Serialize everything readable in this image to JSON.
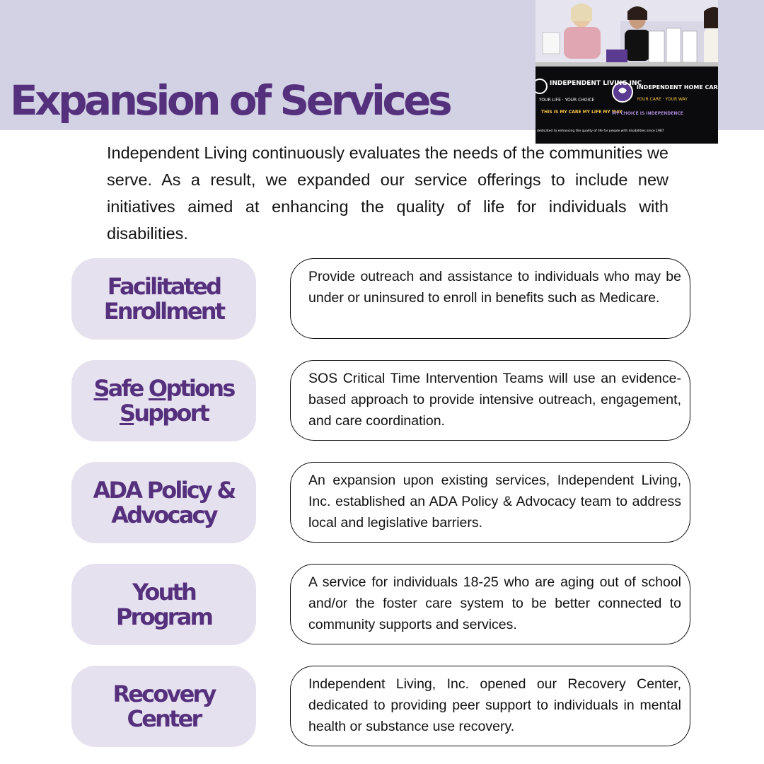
{
  "header": {
    "title": "Expansion of Services",
    "photo": {
      "alt": "Staff at Independent Living Inc and Independent Home Care Inc booth",
      "banner_left_title": "INDEPENDENT LIVING INC",
      "banner_left_tagline": "YOUR LIFE · YOUR CHOICE",
      "banner_left_slogan": "THIS IS MY CARE MY LIFE MY WAY",
      "banner_right_title": "INDEPENDENT HOME CARE INC",
      "banner_right_tagline": "YOUR CARE · YOUR WAY",
      "banner_right_slogan": "MY CHOICE IS INDEPENDENCE",
      "banner_footer": "dedicated to enhancing the quality of life for people with disabilities since 1987"
    }
  },
  "intro": "Independent Living continuously evaluates the needs of the communities we serve. As a result, we expanded our service offerings to include new initiatives aimed at enhancing the quality of life for individuals with disabilities.",
  "services": [
    {
      "label_line1": "Facilitated",
      "label_line2": "Enrollment",
      "description": "Provide outreach and assistance to individuals who may be under or uninsured to enroll in benefits such as Medicare."
    },
    {
      "label_s1": "S",
      "label_s1_rest": "afe ",
      "label_s2": "O",
      "label_s2_rest": "ptions",
      "label_s3": "S",
      "label_s3_rest": "upport",
      "description": "SOS Critical Time Intervention Teams will use an evidence-based approach to provide intensive outreach, engagement, and care coordination."
    },
    {
      "label_line1": "ADA Policy &",
      "label_line2": "Advocacy",
      "description": "An expansion upon existing services, Independent Living, Inc. established an ADA Policy & Advocacy team to address local and legislative barriers."
    },
    {
      "label_line1": "Youth",
      "label_line2": "Program",
      "description": "A service for individuals 18-25 who are aging out of school and/or the foster care system to be better connected to community supports and services."
    },
    {
      "label_line1": "Recovery",
      "label_line2": "Center",
      "description": "Independent Living, Inc. opened our Recovery Center, dedicated to providing peer support to individuals in mental health or substance use recovery."
    }
  ],
  "colors": {
    "header_band": "#d3d2e4",
    "title_purple": "#55307d",
    "pill_bg": "#e6e1ef"
  }
}
